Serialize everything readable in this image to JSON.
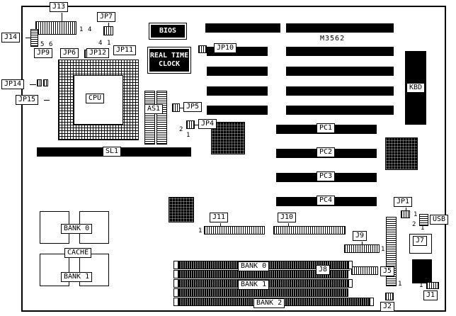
{
  "board": {
    "model": "M3562"
  },
  "labels": {
    "j13": "J13",
    "jp7": "JP7",
    "j14": "J14",
    "jp9": "JP9",
    "jp6": "JP6",
    "jp12": "JP12",
    "jp11": "JP11",
    "jp14": "JP14",
    "jp15": "JP15",
    "cpu": "CPU",
    "bios": "BIOS",
    "rtc_line1": "REAL TIME",
    "rtc_line2": "CLOCK",
    "jp10": "JP10",
    "kbd": "KBD",
    "as1": "AS1",
    "jp5": "JP5",
    "jp4": "JP4",
    "sl1": "SL1",
    "pc1": "PC1",
    "pc2": "PC2",
    "pc3": "PC3",
    "pc4": "PC4",
    "jp1": "JP1",
    "usb": "USB",
    "j7": "J7",
    "j11": "J11",
    "j10": "J10",
    "j9": "J9",
    "j8": "J8",
    "j5": "J5",
    "j2": "J2",
    "j1": "J1",
    "cache_bank0": "BANK 0",
    "cache": "CACHE",
    "cache_bank1": "BANK 1",
    "mem_bank0": "BANK 0",
    "mem_bank1": "BANK 1",
    "mem_bank2": "BANK 2"
  },
  "pins": {
    "p1_top": "1",
    "p4_top": "4",
    "p4_mid": "4",
    "p1_mid": "1",
    "p5": "5",
    "p6": "6",
    "jp4_p2": "2",
    "jp4_p1": "1",
    "jp1_p1": "1",
    "usb_p2": "2",
    "usb_p1": "1",
    "j11_p1": "1",
    "j9_p1": "1",
    "j5_p1": "1",
    "j1_p1": "1"
  }
}
